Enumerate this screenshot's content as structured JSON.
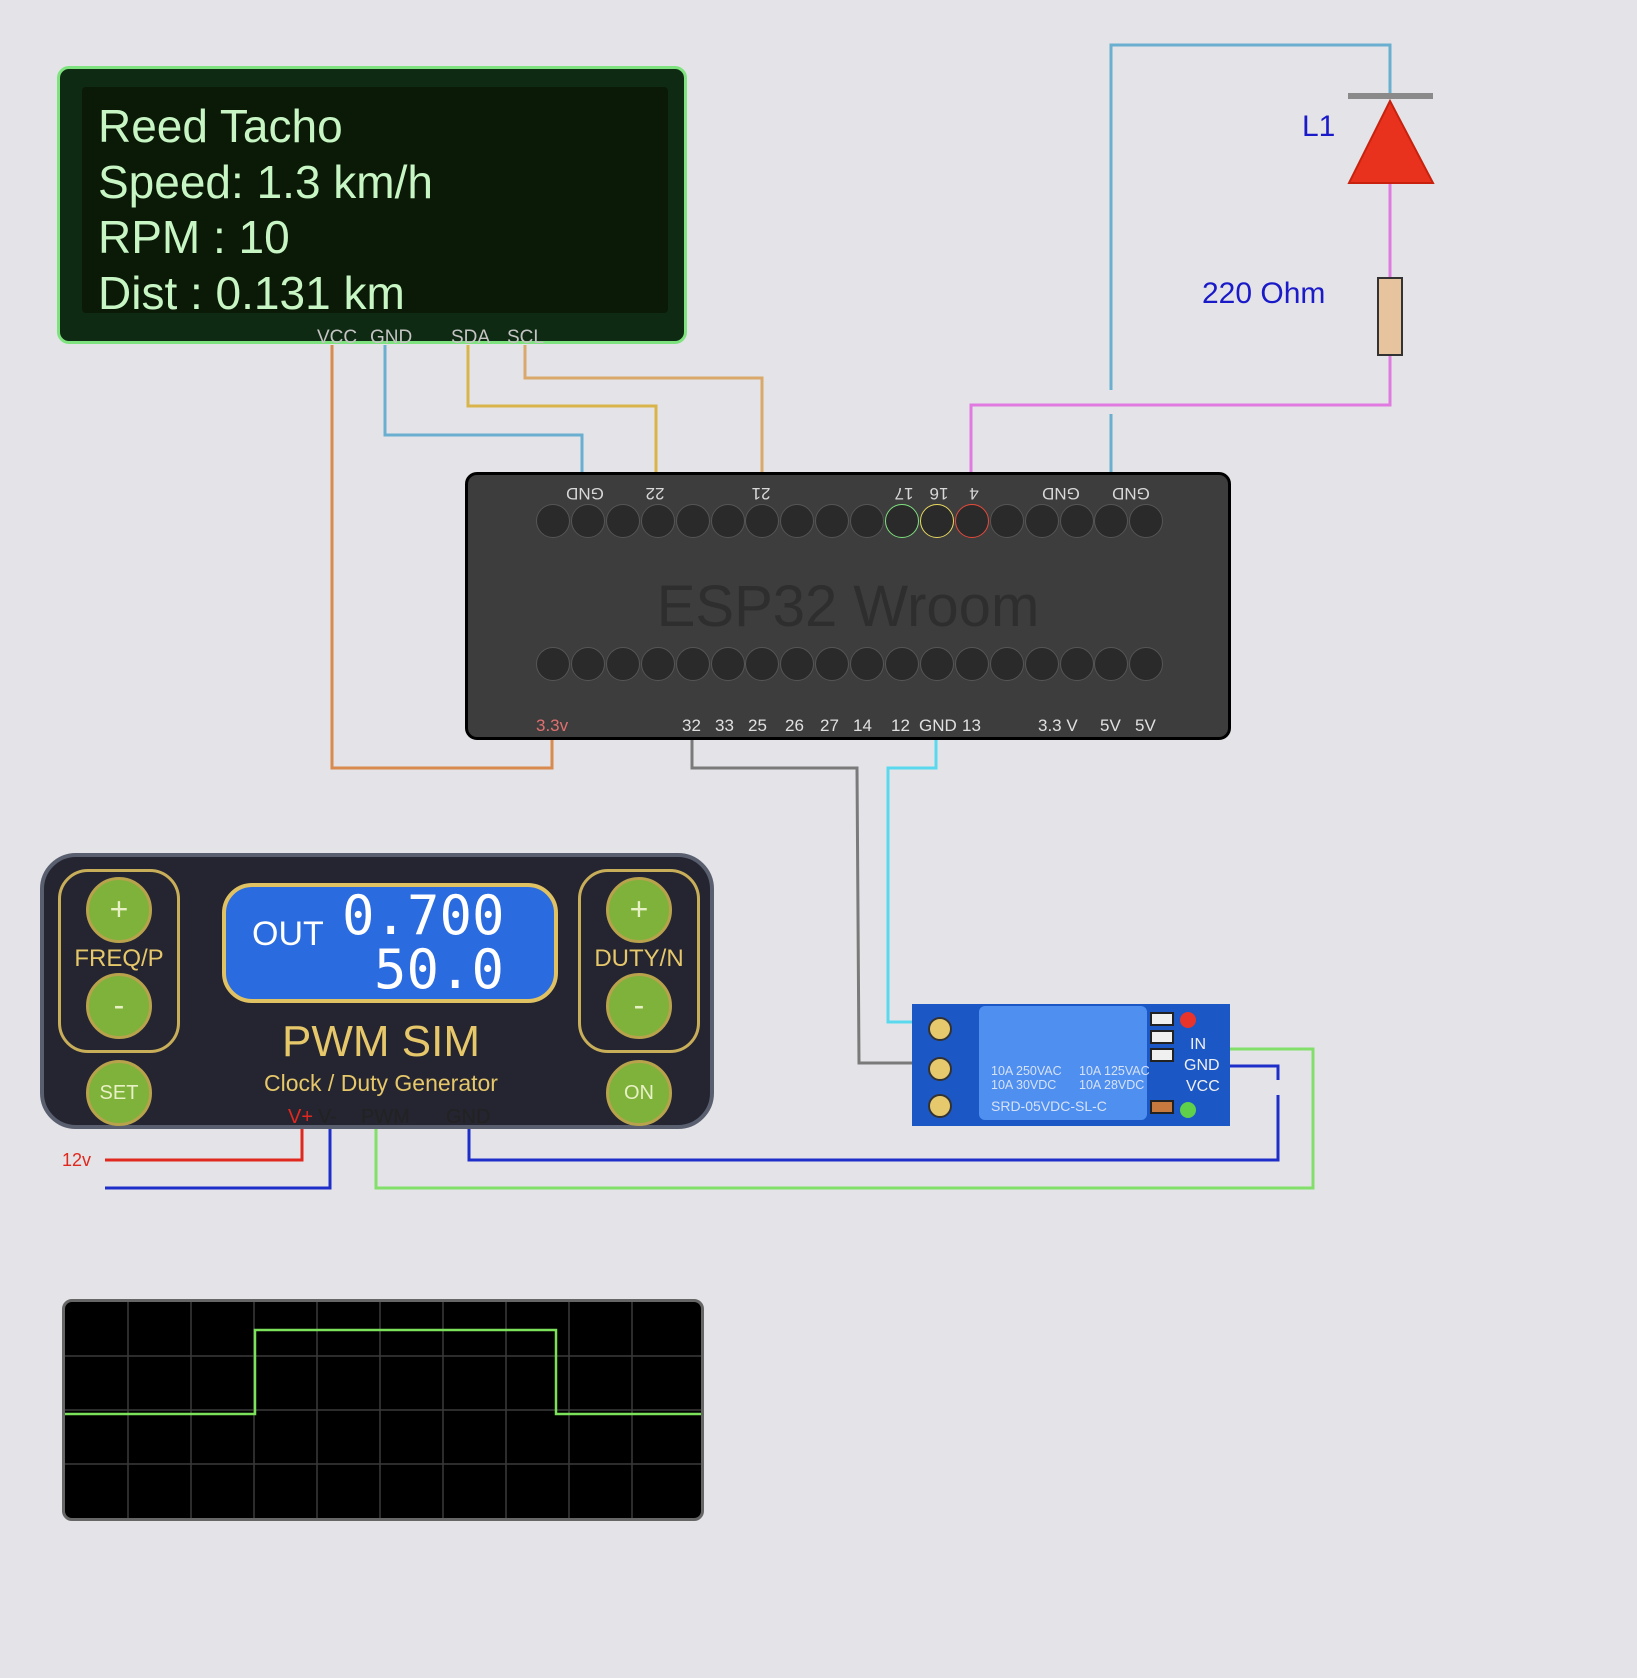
{
  "lcd": {
    "lines": [
      "Reed Tacho",
      "Speed: 1.3 km/h",
      "RPM : 10",
      "Dist : 0.131 km"
    ],
    "pins": [
      "VCC",
      "GND",
      "SDA",
      "SCL"
    ]
  },
  "esp32": {
    "name": "ESP32 Wroom",
    "top_labels": [
      "GND",
      "22",
      "21",
      "17",
      "16",
      "4",
      "GND",
      "GND"
    ],
    "bottom_labels": [
      "3.3v",
      "32",
      "33",
      "25",
      "26",
      "27",
      "14",
      "12",
      "GND",
      "13",
      "3.3 V",
      "5V",
      "5V"
    ]
  },
  "led": {
    "label": "L1",
    "color": "#e8321e"
  },
  "resistor": {
    "label": "220 Ohm"
  },
  "pwm_sim": {
    "out_label": "OUT",
    "frequency_value": "0.700",
    "duty_value": "50.0",
    "title": "PWM SIM",
    "subtitle": "Clock / Duty Generator",
    "freq_label": "FREQ/P",
    "duty_label": "DUTY/N",
    "plus": "+",
    "minus": "-",
    "set_label": "SET",
    "on_label": "ON",
    "pins": {
      "vplus": "V+",
      "vminus": "V-",
      "pwm": "PWM",
      "gnd": "GND"
    },
    "supply_label": "12v"
  },
  "relay": {
    "ratings_line1": "10A  250VAC",
    "ratings_line1b": "10A  125VAC",
    "ratings_line2": "10A  30VDC",
    "ratings_line2b": "10A  28VDC",
    "model": "SRD-05VDC-SL-C",
    "pins": [
      "IN",
      "GND",
      "VCC"
    ]
  },
  "colors": {
    "wire_orange": "#d98a4e",
    "wire_blue_light": "#6aaed0",
    "wire_yellow": "#d9b44a",
    "wire_pink": "#e07ae0",
    "wire_gray": "#7a7a7a",
    "wire_cyan": "#5ad8ee",
    "wire_green": "#82e06a",
    "wire_navy": "#1e2ec8",
    "wire_red": "#e0281e",
    "trace": "#7be05a"
  }
}
